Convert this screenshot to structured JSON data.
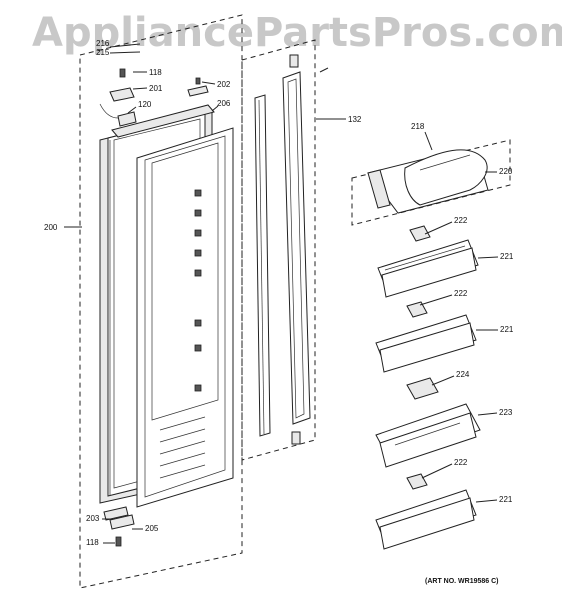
{
  "watermark": "AppliancePartsPros.com",
  "art_number": "(ART NO. WR19586 C)",
  "labels": {
    "l215": "215",
    "l216": "216",
    "l118a": "118",
    "l201": "201",
    "l202": "202",
    "l120": "120",
    "l206": "206",
    "l132": "132",
    "l200": "200",
    "l218": "218",
    "l220": "220",
    "l222a": "222",
    "l221a": "221",
    "l222b": "222",
    "l221b": "221",
    "l224": "224",
    "l223": "223",
    "l222c": "222",
    "l221c": "221",
    "l203": "203",
    "l205": "205",
    "l118b": "118"
  }
}
